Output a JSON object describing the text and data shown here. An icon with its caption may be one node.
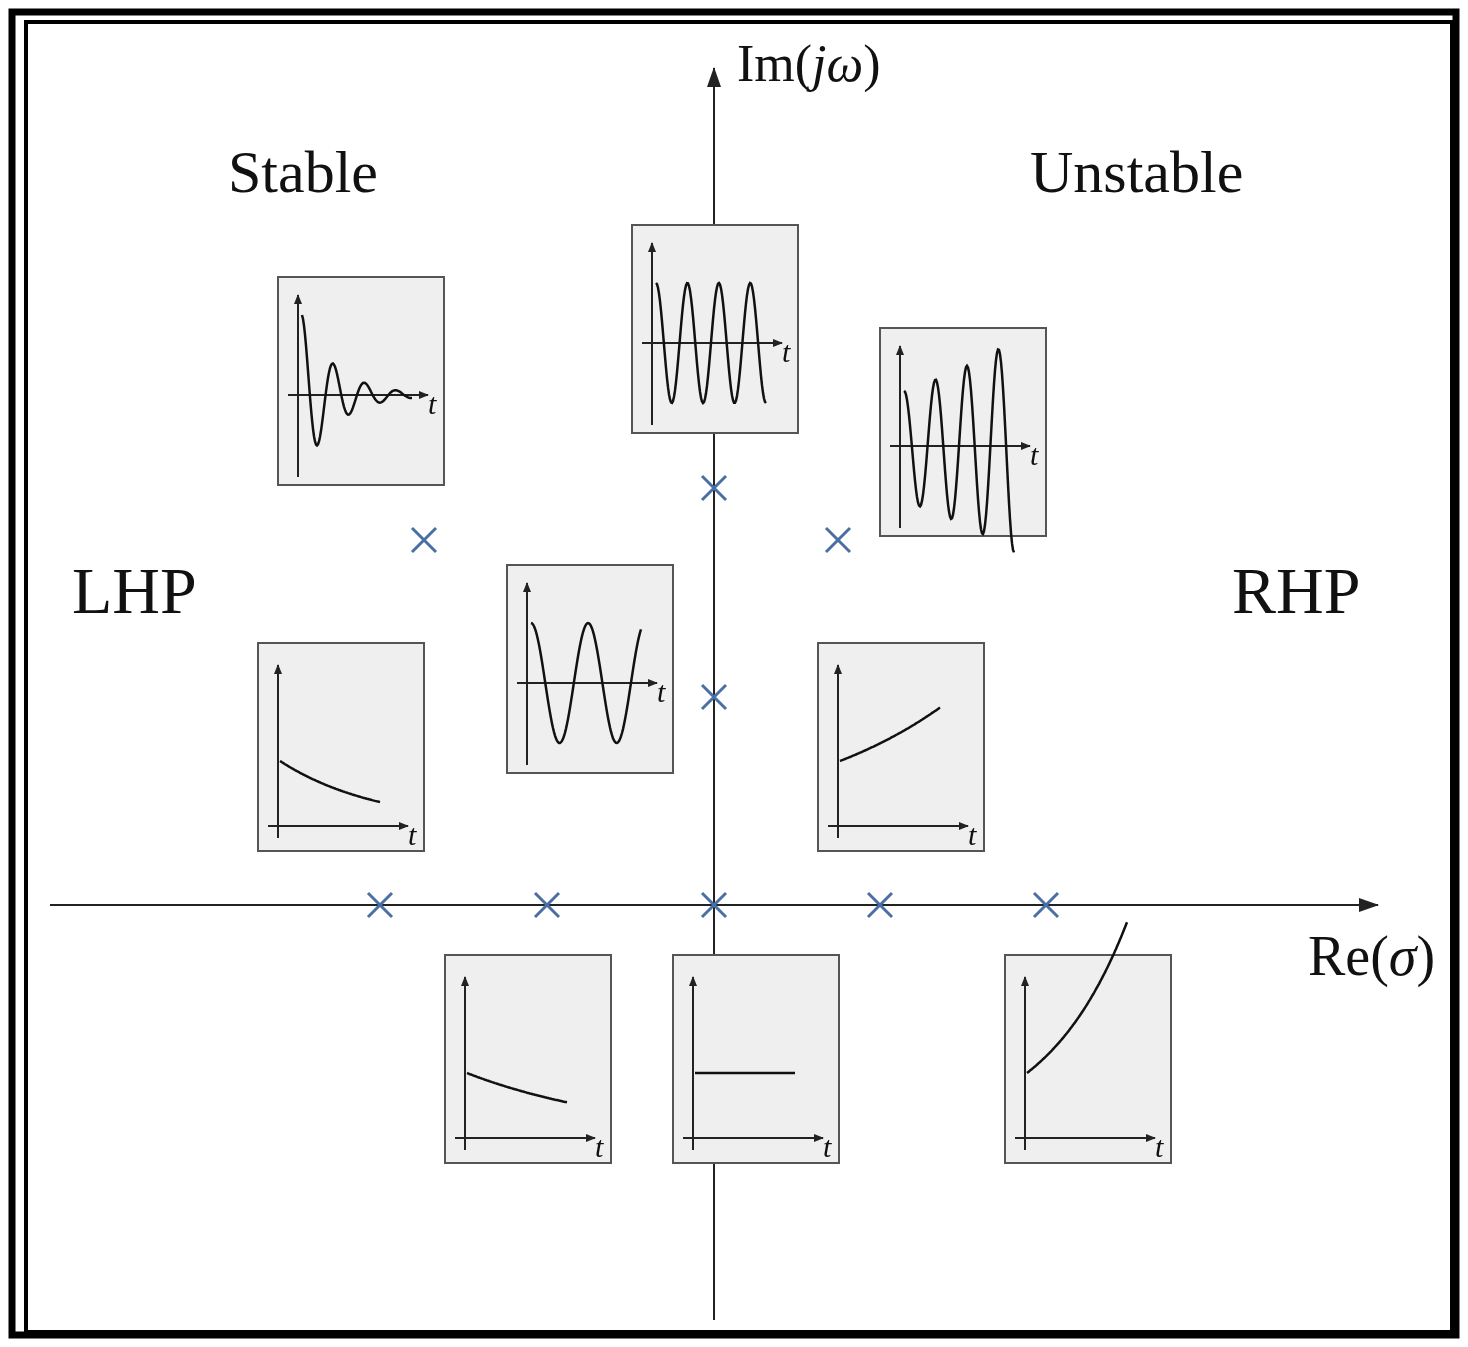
{
  "diagram": {
    "labels": [
      "Im(*jω*)",
      "Stable",
      "Unstable",
      "t",
      "t",
      "t",
      "LHP",
      "RHP",
      "t",
      "t",
      "t",
      "Re(*σ*)",
      "t",
      "t",
      "t"
    ]
  }
}
